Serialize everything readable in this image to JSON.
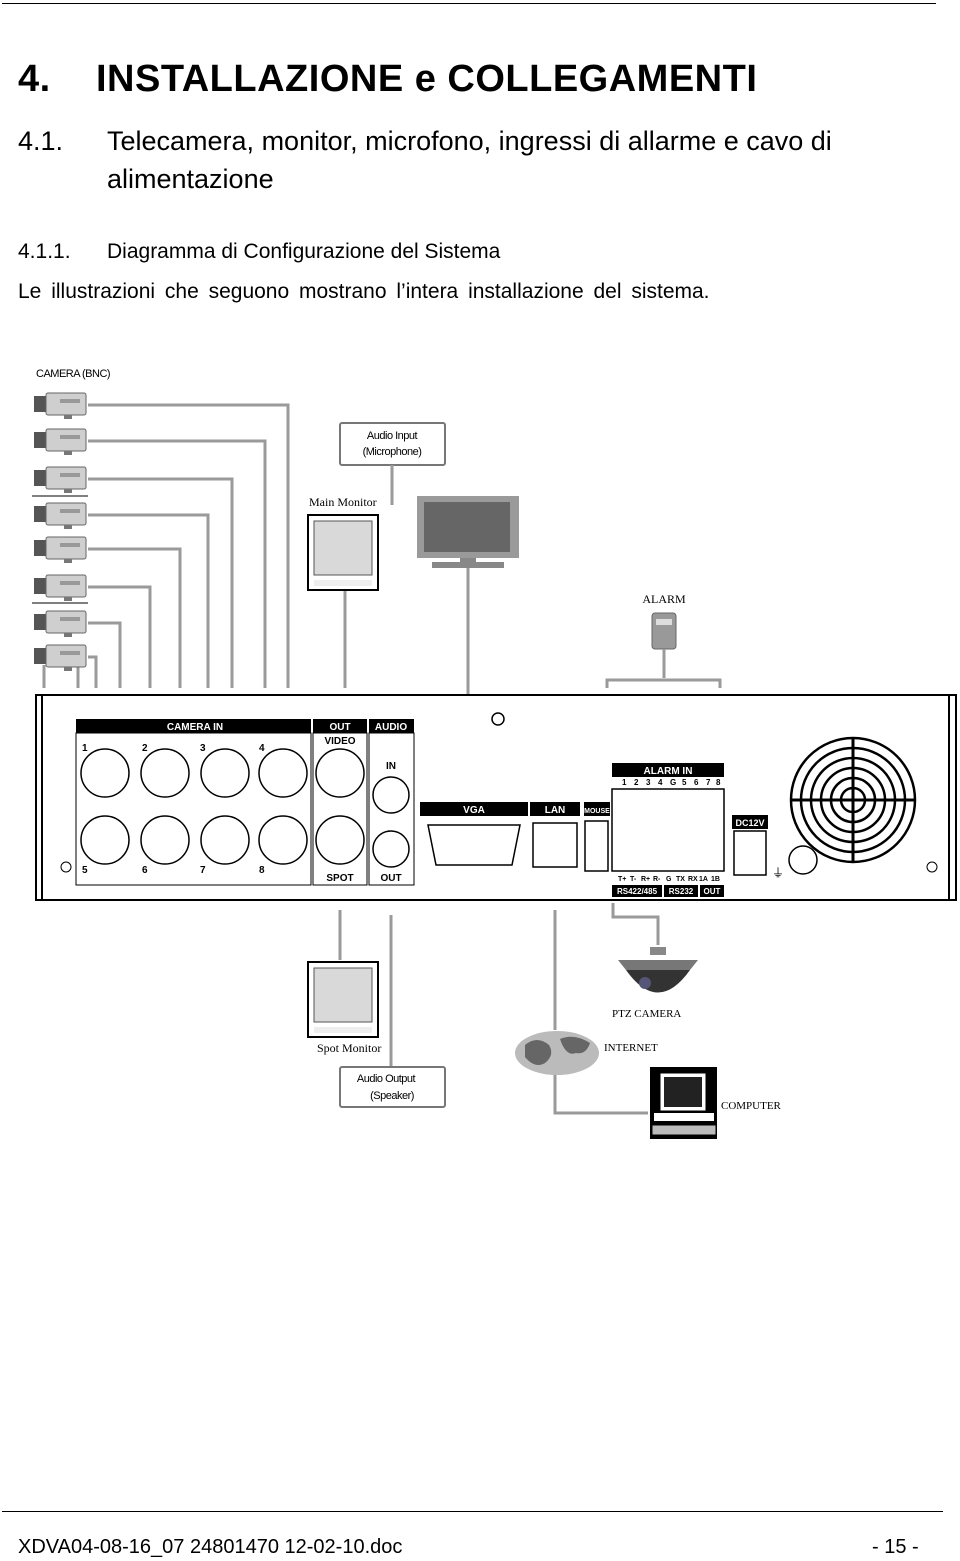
{
  "chapter": {
    "number": "4.",
    "title": "INSTALLAZIONE e COLLEGAMENTI"
  },
  "section": {
    "number": "4.1.",
    "title": "Telecamera, monitor, microfono, ingressi di allarme e cavo di alimentazione"
  },
  "subsection": {
    "number": "4.1.1.",
    "title": "Diagramma di Configurazione del Sistema"
  },
  "intro": "Le illustrazioni che seguono mostrano l’intera installazione del sistema.",
  "diagram": {
    "camera_label": "CAMERA (BNC)",
    "audio_input_line1": "Audio Input",
    "audio_input_line2": "(Microphone)",
    "main_monitor_label": "Main Monitor",
    "alarm_label": "ALARM",
    "panel": {
      "camera_in": "CAMERA IN",
      "out": "OUT",
      "video": "VIDEO",
      "audio": "AUDIO",
      "audio_in": "IN",
      "spot": "SPOT",
      "audio_out": "OUT",
      "channels_top": [
        "1",
        "2",
        "3",
        "4"
      ],
      "channels_bottom": [
        "5",
        "6",
        "7",
        "8"
      ],
      "vga": "VGA",
      "lan": "LAN",
      "mouse": "MOUSE",
      "alarm_in": "ALARM IN",
      "alarm_numbers": [
        "1",
        "2",
        "3",
        "4",
        "G",
        "5",
        "6",
        "7",
        "8"
      ],
      "serial_pins": [
        "T+",
        "T-",
        "R+",
        "R-",
        "G",
        "TX",
        "RX",
        "1A",
        "1B"
      ],
      "rs485": "RS422/485",
      "rs232": "RS232",
      "relay_out": "OUT",
      "dc": "DC12V"
    },
    "ptz_label": "PTZ CAMERA",
    "spot_monitor_label": "Spot Monitor",
    "internet_label": "INTERNET",
    "audio_output_line1": "Audio Output",
    "audio_output_line2": "(Speaker)",
    "computer_label": "COMPUTER",
    "colors": {
      "line": "#000000",
      "cable": "#9a9a9a",
      "panel_header": "#000000",
      "screen": "#d9d9d9"
    }
  },
  "footer": {
    "doc": "XDVA04-08-16_07 24801470 12-02-10.doc",
    "page": "- 15 -"
  }
}
